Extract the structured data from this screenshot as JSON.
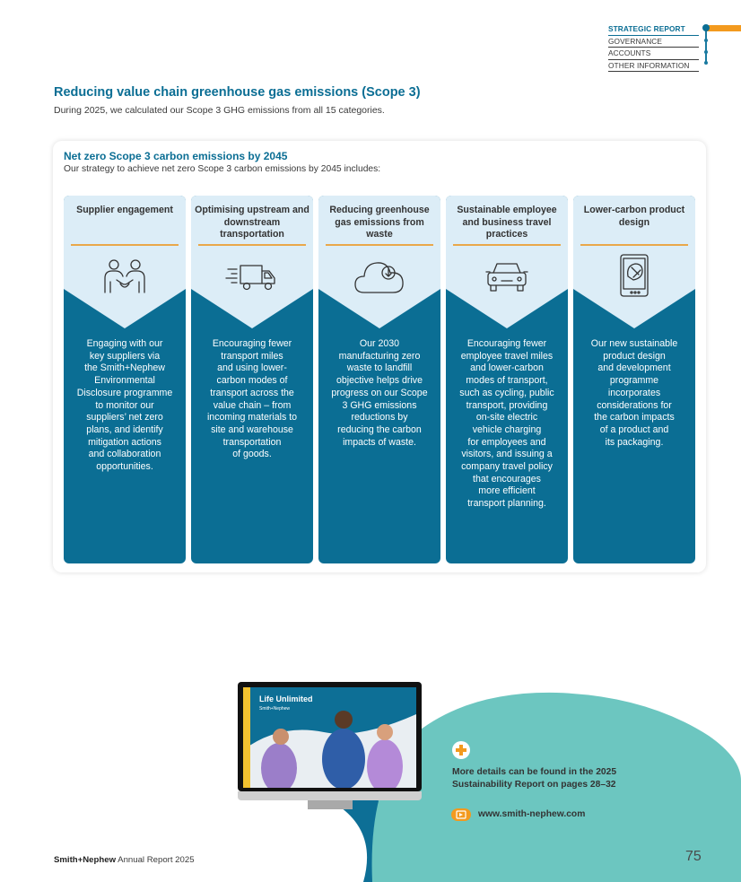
{
  "nav": {
    "items": [
      {
        "label": "STRATEGIC REPORT",
        "active": true
      },
      {
        "label": "GOVERNANCE",
        "active": false
      },
      {
        "label": "ACCOUNTS",
        "active": false
      },
      {
        "label": "OTHER INFORMATION",
        "active": false
      }
    ]
  },
  "section": {
    "title": "Reducing value chain greenhouse gas emissions (Scope 3)",
    "subtitle": "During 2025, we calculated our Scope 3 GHG emissions from all 15 categories."
  },
  "card": {
    "title": "Net zero Scope 3 carbon emissions by 2045",
    "subtitle": "Our strategy to achieve net zero Scope 3 carbon emissions by 2045 includes:",
    "columns": [
      {
        "title": "Supplier engagement",
        "icon": "handshake-people-icon",
        "text": "Engaging with our\nkey suppliers via\nthe Smith+Nephew\nEnvironmental\nDisclosure programme\nto monitor our\nsuppliers’ net zero\nplans, and identify\nmitigation actions\nand collaboration\nopportunities."
      },
      {
        "title": "Optimising upstream and downstream transportation",
        "icon": "delivery-truck-icon",
        "text": "Encouraging fewer\ntransport miles\nand using lower-\ncarbon modes of\ntransport across the\nvalue chain – from\nincoming materials to\nsite and warehouse\ntransportation\nof goods."
      },
      {
        "title": "Reducing greenhouse gas emissions from waste",
        "icon": "cloud-download-icon",
        "text": "Our 2030\nmanufacturing zero\nwaste to landfill\nobjective helps drive\nprogress on our Scope\n3 GHG emissions\nreductions by\nreducing the carbon\nimpacts of waste."
      },
      {
        "title": "Sustainable employee and business travel practices",
        "icon": "car-icon",
        "text": "Encouraging fewer\nemployee travel miles\nand lower-carbon\nmodes of transport,\nsuch as cycling, public\ntransport, providing\non-site electric\nvehicle charging\nfor employees and\nvisitors, and issuing a\ncompany travel policy\nthat encourages\nmore efficient\ntransport planning."
      },
      {
        "title": "Lower-carbon product design",
        "icon": "tablet-design-icon",
        "text": "Our new sustainable\nproduct design\nand development\nprogramme\nincorporates\nconsiderations for\nthe carbon impacts\nof a product and\nits packaging."
      }
    ]
  },
  "promo": {
    "screen_title": "Life Unlimited",
    "screen_brand": "Smith+Nephew",
    "more_details": "More details can be found in the 2025\nSustainability Report on pages 28–32",
    "website": "www.smith-nephew.com"
  },
  "footer": {
    "brand": "Smith+Nephew",
    "report": " Annual Report 2025",
    "page_number": "75"
  },
  "colors": {
    "primary": "#0b6e94",
    "light": "#dcedf7",
    "accent": "#f39a1e",
    "teal": "#6cc6c0"
  }
}
